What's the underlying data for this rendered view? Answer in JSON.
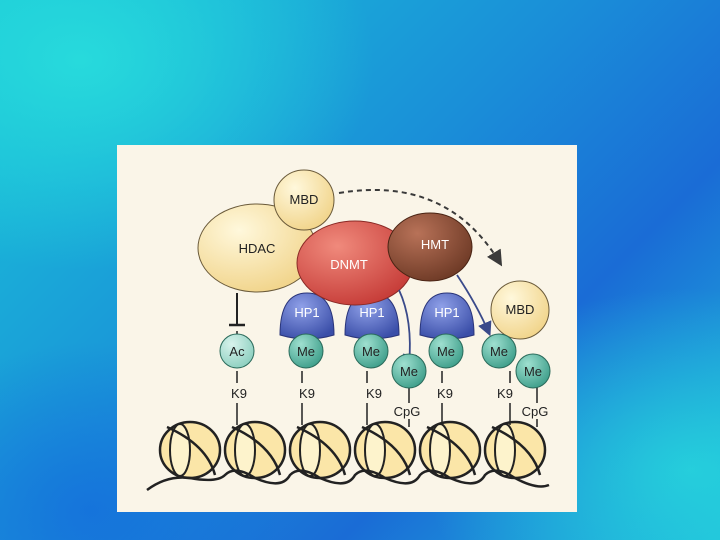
{
  "diagram": {
    "proteins": {
      "mbd_top": "MBD",
      "hdac": "HDAC",
      "dnmt": "DNMT",
      "hmt": "HMT",
      "mbd_right": "MBD",
      "hp1_1": "HP1",
      "hp1_2": "HP1",
      "hp1_3": "HP1"
    },
    "marks": {
      "ac": "Ac",
      "me_1": "Me",
      "me_2": "Me",
      "me_dna_1": "Me",
      "me_3": "Me",
      "me_4": "Me",
      "me_dna_2": "Me"
    },
    "sites": {
      "k9_1": "K9",
      "k9_2": "K9",
      "k9_3": "K9",
      "cpg_1": "CpG",
      "k9_4": "K9",
      "k9_5": "K9",
      "cpg_2": "CpG"
    },
    "colors": {
      "cream": "#fbe6a8",
      "dnmt_red": "#d9504a",
      "hmt_brown": "#8a4a32",
      "hp1_blue": "#4a5fb8",
      "me_teal": "#5cb8a6",
      "ac_teal": "#a8dccf",
      "panel_bg": "#faf5e8"
    }
  }
}
